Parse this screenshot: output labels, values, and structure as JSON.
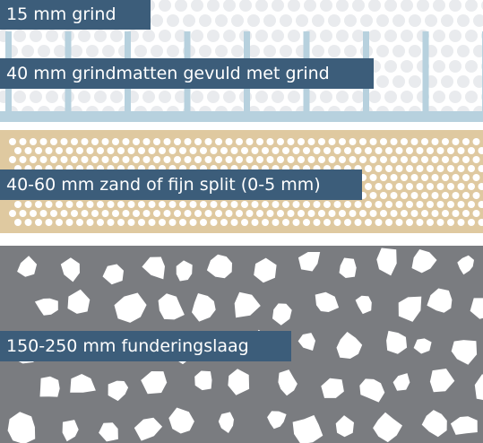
{
  "layers": [
    {
      "key": "grind",
      "label": "15 mm grind"
    },
    {
      "key": "grindmatten",
      "label": "40 mm grindmatten gevuld met grind"
    },
    {
      "key": "zand",
      "label": "40-60 mm zand of fijn split (0-5 mm)"
    },
    {
      "key": "fundering",
      "label": "150-250 mm funderingslaag"
    }
  ],
  "colors": {
    "gravel_dots": "#e9ebee",
    "grid_mat": "#b7d1de",
    "sand": "#dfc9a0",
    "sand_dots": "#ffffff",
    "foundation": "#7a7c80",
    "stones": "#ffffff",
    "label_bg": "#3c5d7a",
    "label_text": "#ffffff"
  }
}
